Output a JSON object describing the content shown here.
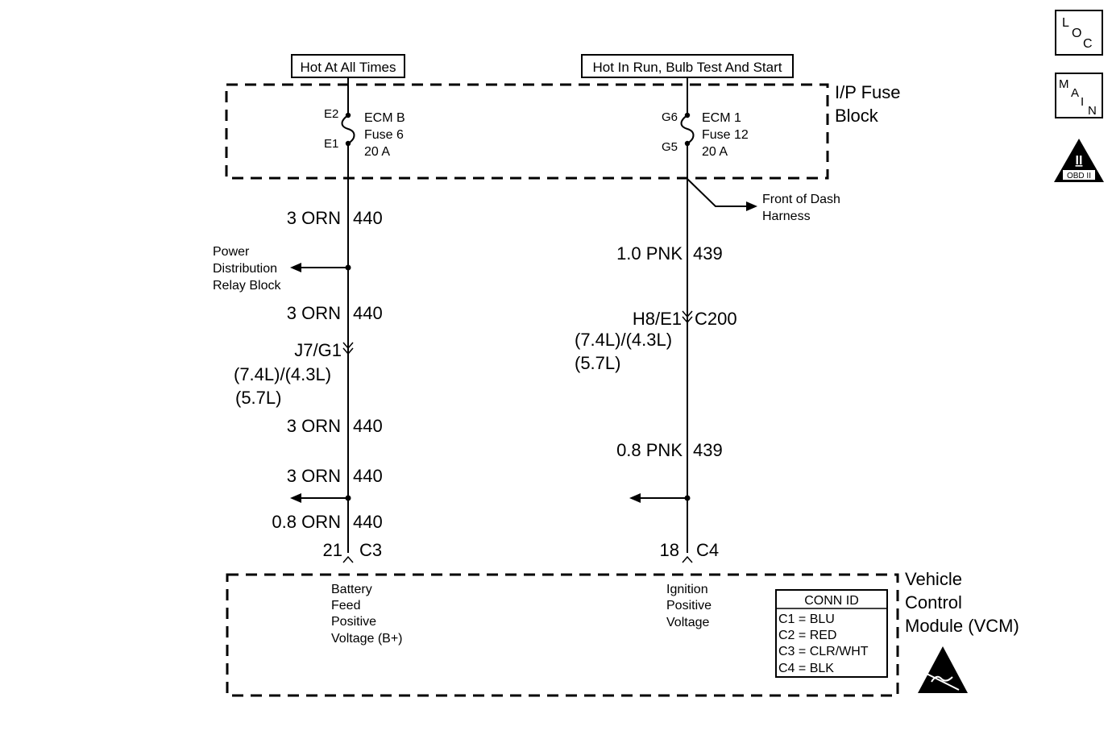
{
  "power_sources": {
    "left": "Hot At All Times",
    "right": "Hot In Run, Bulb Test And Start"
  },
  "fuse_block": {
    "title_line1": "I/P Fuse",
    "title_line2": "Block",
    "left_fuse": {
      "top_pin": "E2",
      "bottom_pin": "E1",
      "name": "ECM B",
      "number": "Fuse 6",
      "rating": "20 A"
    },
    "right_fuse": {
      "top_pin": "G6",
      "bottom_pin": "G5",
      "name": "ECM 1",
      "number": "Fuse 12",
      "rating": "20 A"
    }
  },
  "front_of_dash": {
    "line1": "Front of Dash",
    "line2": "Harness"
  },
  "left_circuit": {
    "w1_size": "3 ORN",
    "w1_num": "440",
    "pdrb_line1": "Power",
    "pdrb_line2": "Distribution",
    "pdrb_line3": "Relay Block",
    "w2_size": "3 ORN",
    "w2_num": "440",
    "connector": "J7/G1",
    "engine_line1": "(7.4L)/(4.3L)",
    "engine_line2": "(5.7L)",
    "w3_size": "3 ORN",
    "w3_num": "440",
    "w4_size": "3 ORN",
    "w4_num": "440",
    "w5_size": "0.8 ORN",
    "w5_num": "440",
    "pin": "21",
    "conn": "C3"
  },
  "right_circuit": {
    "w1_size": "1.0 PNK",
    "w1_num": "439",
    "connector_left": "H8/E1",
    "connector_right": "C200",
    "engine_line1": "(7.4L)/(4.3L)",
    "engine_line2": "(5.7L)",
    "w2_size": "0.8 PNK",
    "w2_num": "439",
    "pin": "18",
    "conn": "C4"
  },
  "vcm": {
    "title_line1": "Vehicle",
    "title_line2": "Control",
    "title_line3": "Module (VCM)",
    "battery_line1": "Battery",
    "battery_line2": "Feed",
    "battery_line3": "Positive",
    "battery_line4": "Voltage (B+)",
    "ignition_line1": "Ignition",
    "ignition_line2": "Positive",
    "ignition_line3": "Voltage"
  },
  "conn_id": {
    "header": "CONN ID",
    "rows": [
      "C1  =  BLU",
      "C2  =  RED",
      "C3  =  CLR/WHT",
      "C4  =  BLK"
    ]
  },
  "side_icons": {
    "loc": {
      "l1": "L",
      "l2": "O",
      "l3": "C"
    },
    "main": {
      "l1": "M",
      "l2": "A",
      "l3": "I",
      "l4": "N"
    },
    "obd": {
      "numeral": "II",
      "label": "OBD II"
    }
  }
}
